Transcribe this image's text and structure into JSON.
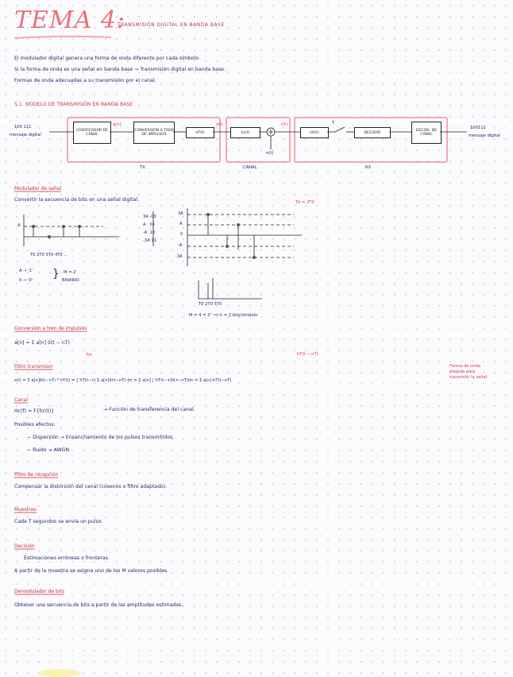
{
  "title": {
    "main": "TEMA 4:",
    "subtitle": "TRANSMISIÓN DIGITAL EN BANDA BASE"
  },
  "intro": [
    "El modulador digital genera una forma de onda diferente por cada símbolo.",
    "Si la forma de onda es una señal en banda base → Transmisión digital en banda base.",
    "Formas de onda adecuadas a su transmisión por el canal."
  ],
  "section": "5.1. MODELO DE TRANSMISIÓN EN BANDA BASE",
  "diagram": {
    "input_bits": "100 111",
    "input_label": "mensaje digital",
    "codificador": "CODIFICADOR DE CANAL",
    "conversion": "CONVERSIÓN A TREN DE IMPULSOS",
    "hT": "hT(t)",
    "hc": "hc(t)",
    "nt": "n(t)",
    "hR": "hR(t)",
    "decisor": "DECISOR",
    "decod": "DECOD. DE CANAL",
    "T": "T",
    "an": "a[n]",
    "st": "s(t)",
    "rt": "r(t)",
    "output_bits": "100111",
    "output_label": "mensaje digital",
    "tx": "TX",
    "canal": "CANAL",
    "rx": "RX"
  },
  "modulador": {
    "heading": "Modulador de señal",
    "text": "Convertir la secuencia de bits en una señal digital.",
    "tick_A": "A",
    "xticks": "T0   2T0   3T0   4T0 ...",
    "map1": "A → '1'",
    "map0": "0 → '0'",
    "m2": "M = 2",
    "binario": "BINARIO",
    "table": [
      [
        "3A",
        "00"
      ],
      [
        "A",
        "01"
      ],
      [
        "-A",
        "10"
      ],
      [
        "-3A",
        "11"
      ]
    ],
    "tb": "Tb = 2T0",
    "levels": [
      "3A",
      "A",
      "0",
      "-A",
      "-3A"
    ],
    "imp_ticks": "T0  2T0  3T0",
    "m4": "M = 4 = 2² ⟹ k = 2 bits/símbolo"
  },
  "conversion": {
    "heading": "Conversión a tren de impulsos",
    "formula": "a[n] = Σ a[n] δ(t − nT)",
    "note": "Tm"
  },
  "filtro_tx": {
    "heading": "Filtro transmisor",
    "formula": "s(t) = Σ a[n]δ(t−nT) * hT(t) = ∫ hT(t−τ) Σ a[n]δ(τ−nT) dτ = Σ a[n] ∫ hT(t−τ)δ(τ−nT)dτ = Σ a[n]·hT(t−nT)",
    "top": "hT(t − nT)",
    "side": [
      "Forma de onda",
      "elegida para",
      "transmitir la señal"
    ]
  },
  "canal": {
    "heading": "Canal",
    "formula": "Hc(f) = F{hc(t)}",
    "arrow": "→ Función de transferencia del canal.",
    "efectos": "Posibles efectos:",
    "e1": "− Dispersión → Ensanchamiento de los pulsos transmitidos.",
    "e2": "− Ruido → AWGN"
  },
  "filtro_rx": {
    "heading": "Filtro de recepción",
    "text": "Compensar la distorsión del canal (cosenos o filtro adaptado)."
  },
  "muestreo": {
    "heading": "Muestreo",
    "text": "Cada T segundos se envía un pulso."
  },
  "decision": {
    "heading": "Decisión",
    "t1": "Estimaciones erróneas o fronteras.",
    "t2": "A partir de la muestra se asigna uno de los M valores posibles."
  },
  "demod": {
    "heading": "Demodulador de bits",
    "text": "Obtener una secuencia de bits a partir de las amplitudes estimadas."
  }
}
